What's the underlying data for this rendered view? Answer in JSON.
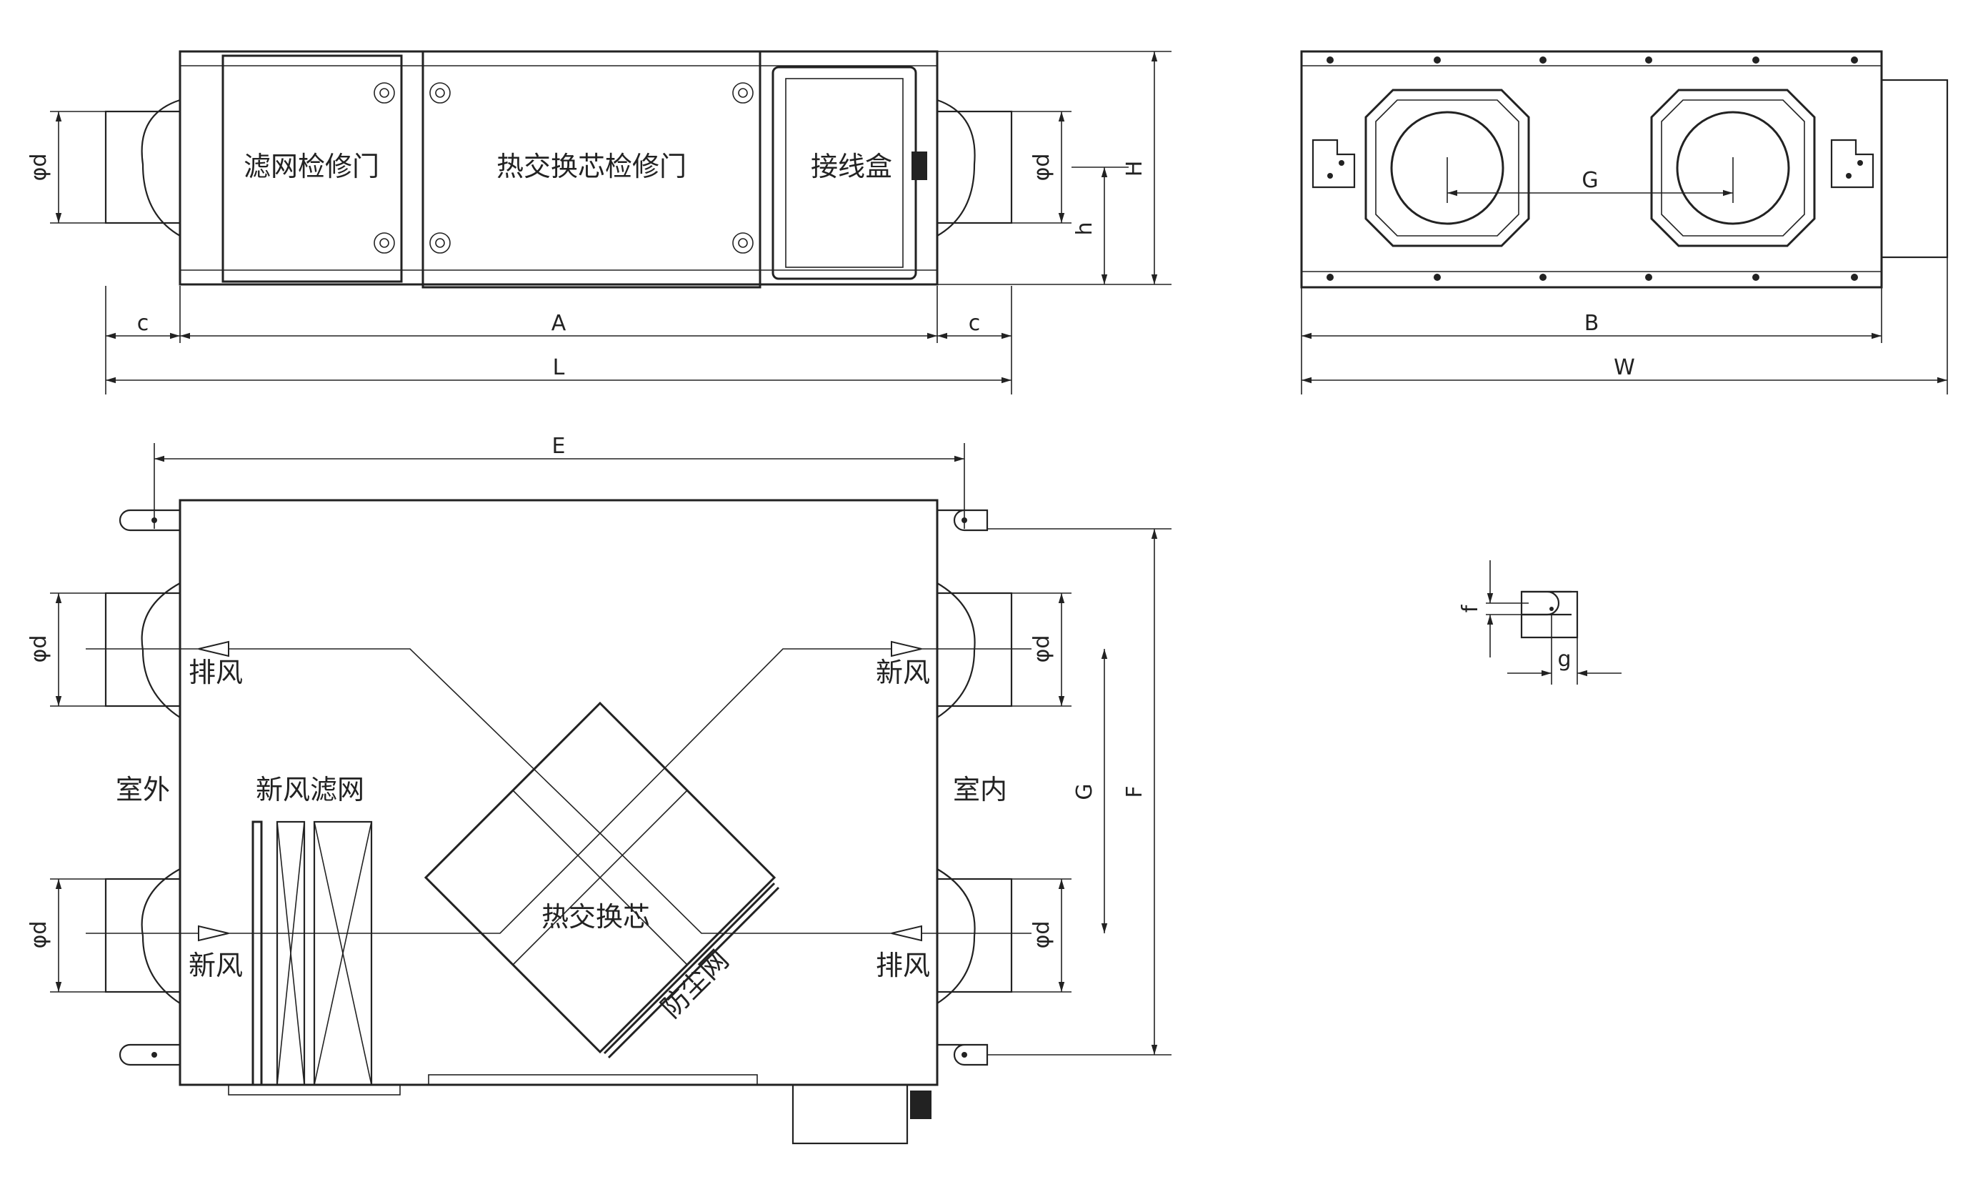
{
  "front_view": {
    "labels": {
      "filter_door": "滤网检修门",
      "heat_core_door": "热交换芯检修门",
      "junction_box": "接线盒"
    },
    "dims": {
      "A": "A",
      "L": "L",
      "c_left": "c",
      "c_right": "c",
      "H": "H",
      "h": "h",
      "d_left": "φd",
      "d_right": "φd"
    }
  },
  "side_view": {
    "dims": {
      "B": "B",
      "W": "W",
      "G": "G"
    }
  },
  "plan_view": {
    "labels": {
      "exhaust_out": "排风",
      "fresh_in_right": "新风",
      "outdoor": "室外",
      "fresh_filter": "新风滤网",
      "indoor": "室内",
      "heat_core": "热交换芯",
      "fresh_in_left": "新风",
      "exhaust_in": "排风",
      "dust_screen": "防尘网"
    },
    "dims": {
      "E": "E",
      "F": "F",
      "G": "G",
      "d_tl": "φd",
      "d_bl": "φd",
      "d_tr": "φd",
      "d_br": "φd"
    }
  },
  "bracket_detail": {
    "dims": {
      "f": "f",
      "g": "g"
    }
  }
}
